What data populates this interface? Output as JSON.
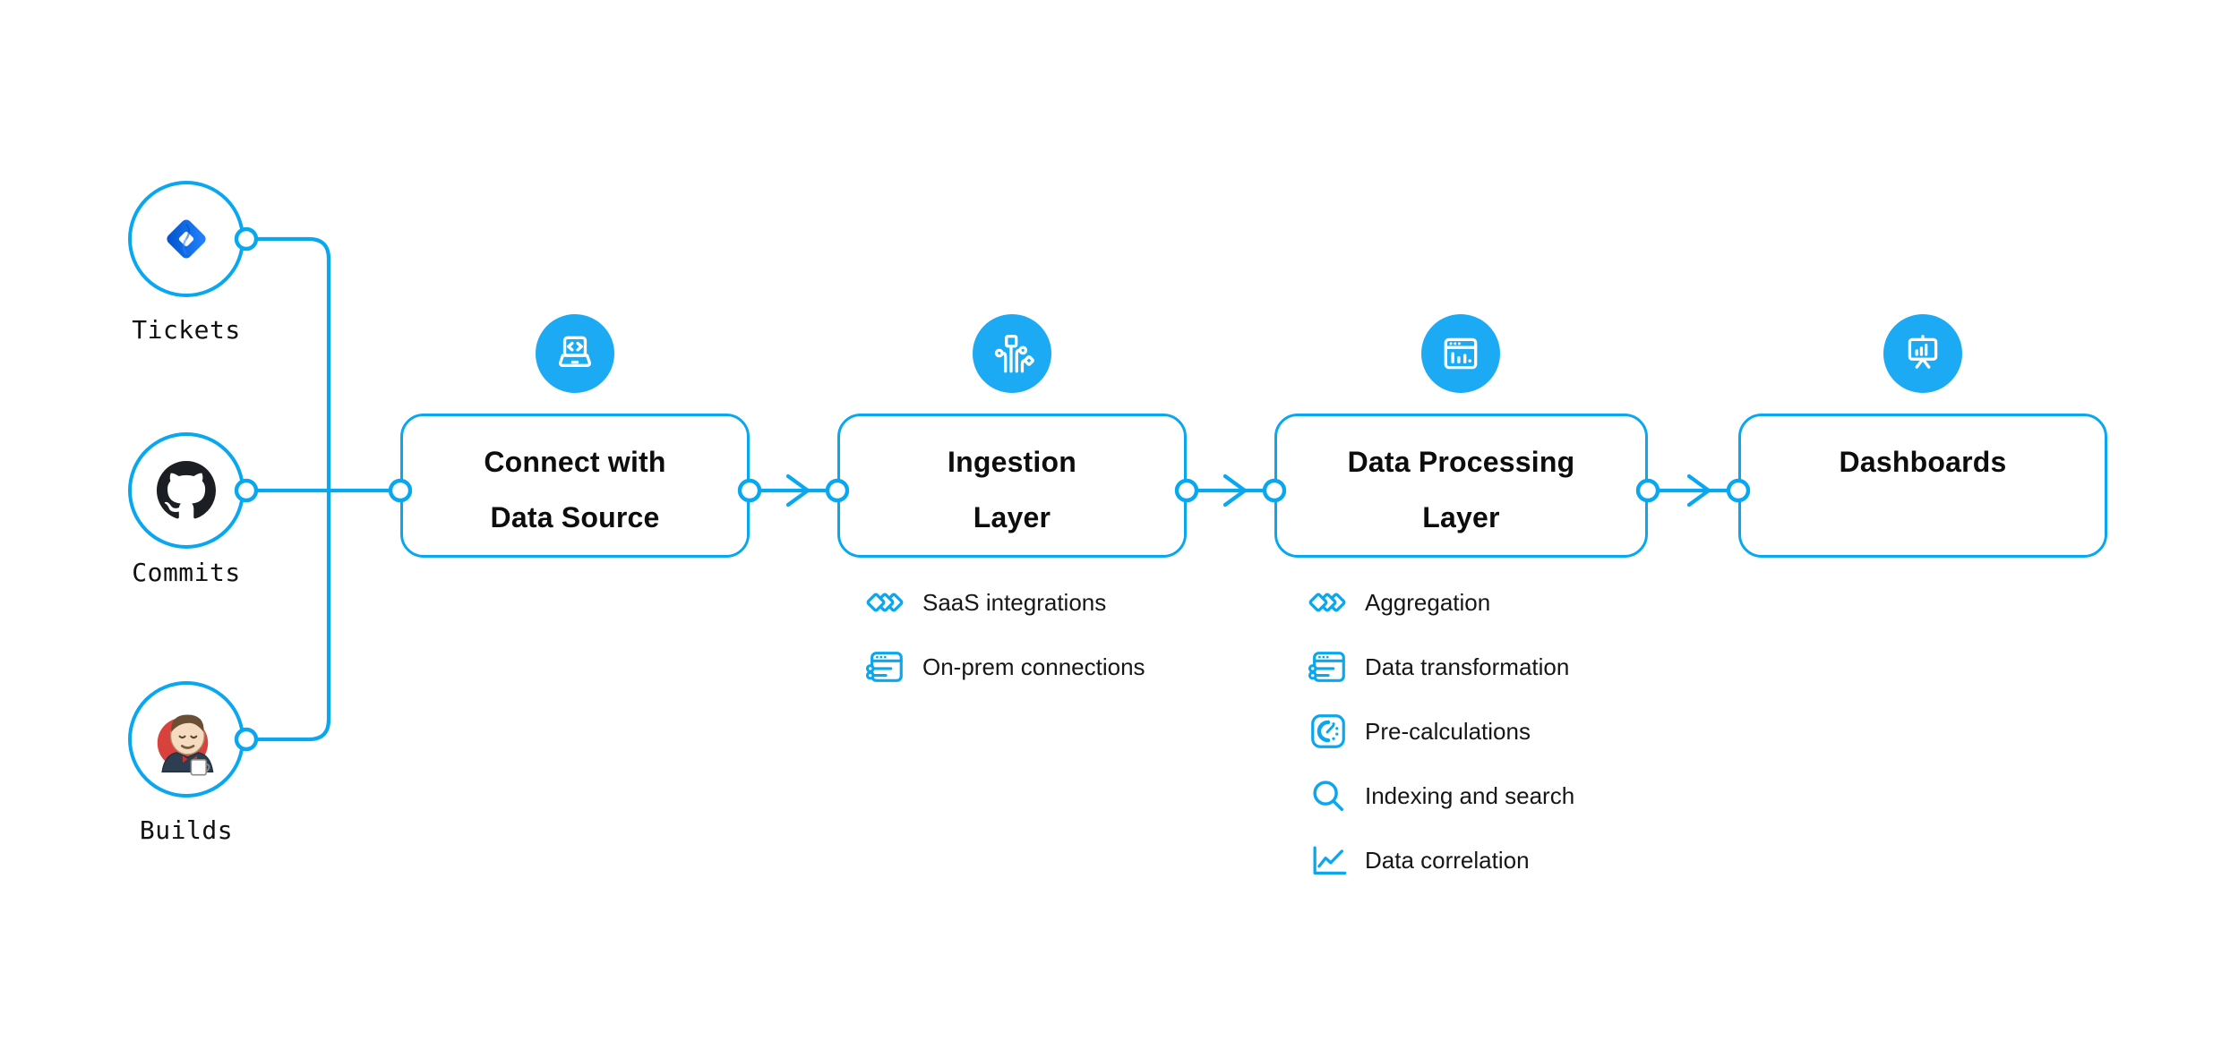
{
  "diagram": {
    "background": "#ffffff",
    "accent_color": "#09a7f0",
    "icon_circle_color": "#1baaf3",
    "title_text_color": "#0d0d0d"
  },
  "sources": [
    {
      "label": "Tickets",
      "icon": "jira-icon"
    },
    {
      "label": "Commits",
      "icon": "github-icon"
    },
    {
      "label": "Builds",
      "icon": "jenkins-icon"
    }
  ],
  "stages": [
    {
      "id": "connect",
      "icon": "laptop-code-icon",
      "line1": "Connect with",
      "line2": "Data Source",
      "items": []
    },
    {
      "id": "ingestion",
      "icon": "ingestion-pipes-icon",
      "line1": "Ingestion",
      "line2": "Layer",
      "items": [
        {
          "icon": "diamonds-icon",
          "label": "SaaS integrations"
        },
        {
          "icon": "sliders-window-icon",
          "label": "On-prem connections"
        }
      ]
    },
    {
      "id": "processing",
      "icon": "window-chart-icon",
      "line1": "Data Processing",
      "line2": "Layer",
      "items": [
        {
          "icon": "diamonds-icon",
          "label": "Aggregation"
        },
        {
          "icon": "sliders-window-icon",
          "label": "Data transformation"
        },
        {
          "icon": "gauge-icon",
          "label": "Pre-calculations"
        },
        {
          "icon": "search-icon",
          "label": "Indexing and search"
        },
        {
          "icon": "line-chart-icon",
          "label": "Data correlation"
        }
      ]
    },
    {
      "id": "dashboards",
      "icon": "presentation-chart-icon",
      "line1": "Dashboards",
      "line2": "",
      "items": []
    }
  ],
  "brand_colors": {
    "jira_gradient_start": "#0052cc",
    "jira_gradient_end": "#2684ff",
    "github_black": "#1b1f23",
    "jenkins_red": "#d9413d"
  }
}
